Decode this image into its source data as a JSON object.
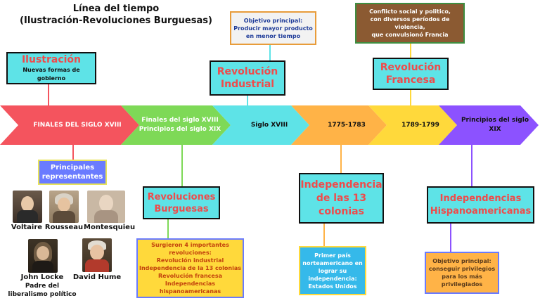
{
  "title": {
    "line1": "Línea del tiempo",
    "line2": "(Ilustración-Revoluciones Burguesas)"
  },
  "top_boxes": {
    "ilustracion": {
      "title": "Ilustración",
      "subtitle": "Nuevas formas de gobierno"
    },
    "revolucion_industrial": {
      "title_line1": "Revolución",
      "title_line2": "Industrial"
    },
    "revolucion_francesa": {
      "title_line1": "Revolución",
      "title_line2": "Francesa"
    },
    "objetivo_industrial": {
      "line1": "Objetivo principal:",
      "line2": "Producir mayor producto",
      "line3": "en menor tiempo"
    },
    "conflicto_francesa": {
      "line1": "Conflicto social y politico,",
      "line2": "con diversos períodos de",
      "line3": "violencia,",
      "line4": "que convulsionó Francia"
    }
  },
  "timeline": [
    {
      "label_line1": "FINALES DEL SIGLO XVIII",
      "label_line2": "",
      "color": "#f4545e"
    },
    {
      "label_line1": "Finales del siglo XVIII",
      "label_line2": "Principios del siglo XIX",
      "color": "#7ed957"
    },
    {
      "label_line1": "Siglo XVIII",
      "label_line2": "",
      "color": "#5ee3e7"
    },
    {
      "label_line1": "1775-1783",
      "label_line2": "",
      "color": "#ffb347"
    },
    {
      "label_line1": "1789-1799",
      "label_line2": "",
      "color": "#ffd93b"
    },
    {
      "label_line1": "Principios del siglo",
      "label_line2": "XIX",
      "color": "#8c52ff"
    }
  ],
  "bottom": {
    "representantes": {
      "line1": "Principales",
      "line2": "representantes"
    },
    "people": {
      "voltaire": "Voltaire",
      "rousseau": "Rousseau",
      "montesquieu": "Montesquieu",
      "locke_name": "John Locke",
      "locke_desc1": "Padre del",
      "locke_desc2": "liberalismo político",
      "hume": "David Hume"
    },
    "revoluciones_burguesas": {
      "line1": "Revoluciones",
      "line2": "Burguesas"
    },
    "burguesas_detail": {
      "l1": "Surgieron 4 importantes",
      "l2": "revoluciones:",
      "l3": "Revolución industrial",
      "l4": "Independencia de la 13 colonias",
      "l5": "Revolución francesa",
      "l6": "Independencias",
      "l7": "hispanoamericanas"
    },
    "independencia_13": {
      "line1": "Independencia",
      "line2": "de las 13",
      "line3": "colonias"
    },
    "independencia_13_detail": {
      "l1": "Primer país",
      "l2": "norteamericano en",
      "l3": "lograr su",
      "l4": "independencia:",
      "l5": "Estados Unidos"
    },
    "hispano": {
      "line1": "Independencias",
      "line2": "Hispanoamericanas"
    },
    "hispano_detail": {
      "l1": "Objetivo principal:",
      "l2": "conseguir privilegios",
      "l3": "para los más",
      "l4": "privilegiados"
    }
  }
}
